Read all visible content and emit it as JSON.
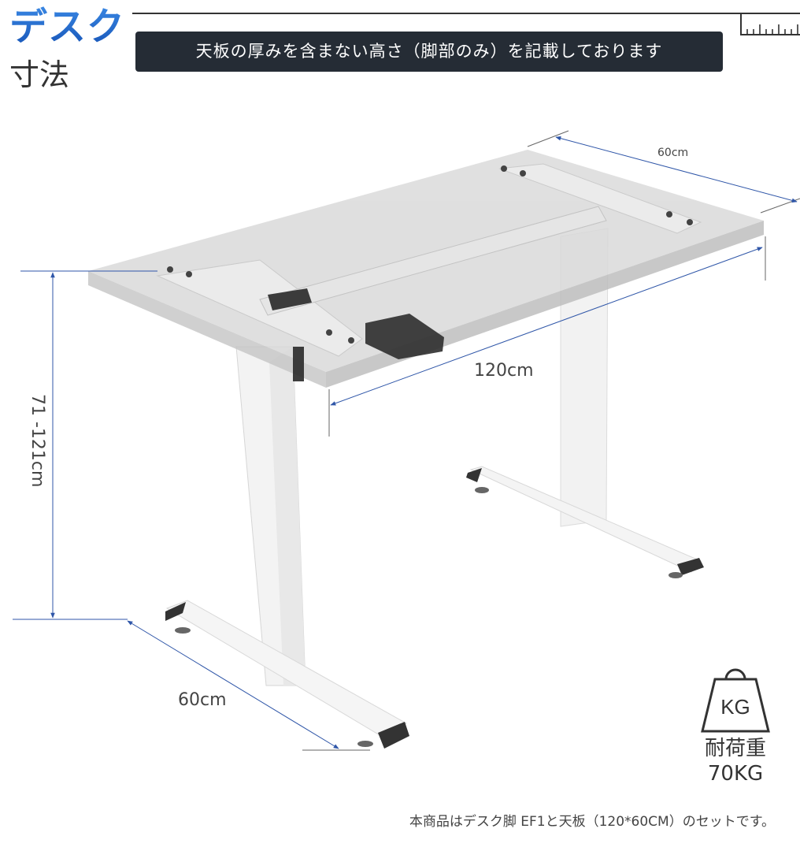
{
  "header": {
    "title": "デスク",
    "subtitle": "寸法",
    "banner": "天板の厚みを含まない高さ（脚部のみ）を記載しております",
    "ruler_icon": "ruler-icon"
  },
  "dimensions": {
    "depth_top": "60cm",
    "width": "120cm",
    "height_range": "71 -121cm",
    "depth_base": "60cm"
  },
  "load": {
    "icon": "weight-kg-icon",
    "icon_text": "KG",
    "label": "耐荷重",
    "value": "70KG"
  },
  "footnote": "本商品はデスク脚 EF1と天板（120*60CM）のセットです。",
  "colors": {
    "accent": "#1d62c4",
    "banner_bg": "#252c35",
    "dimension_line": "#2f56a8"
  }
}
